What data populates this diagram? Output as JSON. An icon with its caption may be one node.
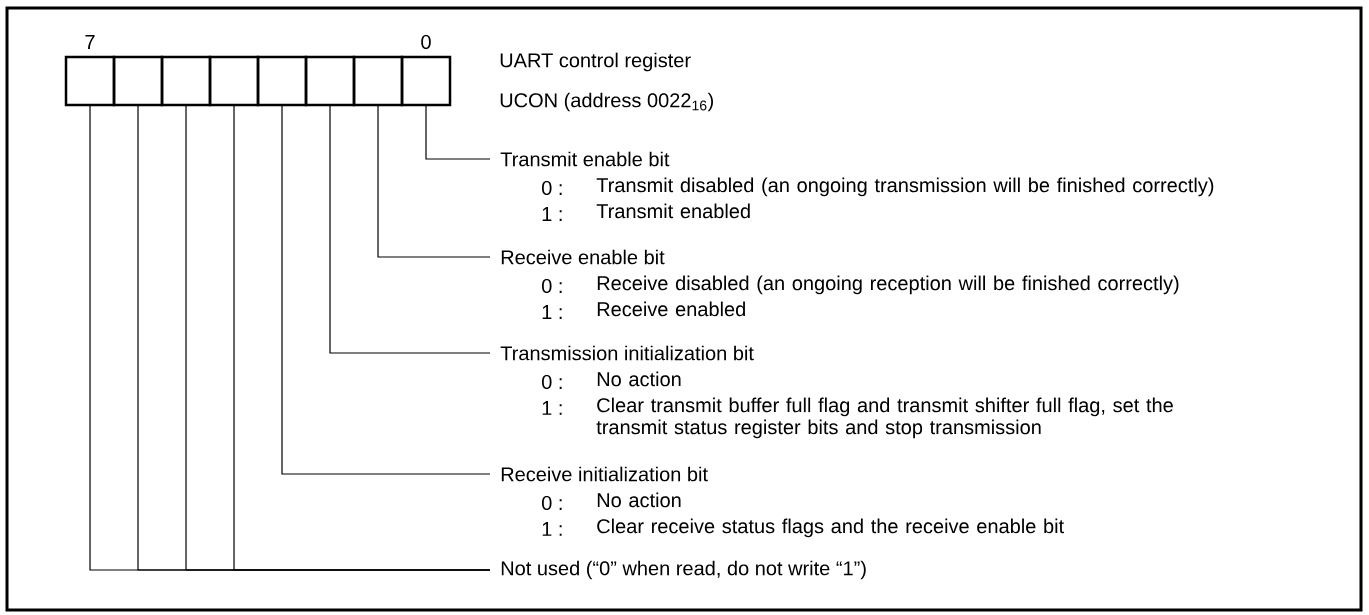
{
  "diagram": {
    "nodes": [
      {
        "text": [],
        "shape": "box"
      },
      {
        "text": [],
        "shape": "box"
      },
      {
        "text": [],
        "shape": "box"
      },
      {
        "text": [],
        "shape": "box"
      },
      {
        "text": [],
        "shape": "box"
      },
      {
        "text": [],
        "shape": "box"
      },
      {
        "text": [],
        "shape": "box"
      },
      {
        "text": [],
        "shape": "box"
      },
      {
        "text": [
          "Transmit enable bit",
          "0 :",
          "Transmit disabled (an ongoing transmission will be finished correctly)",
          "1 :",
          "Transmit enabled"
        ]
      },
      {
        "text": [
          "Receive enable bit",
          "0 :",
          "Receive disabled (an ongoing reception will be finished correctly)",
          "1 :",
          "Receive enabled"
        ]
      },
      {
        "text": [
          "Transmission initialization bit",
          "0 :",
          "No action",
          "1 :",
          "Clear transmit buffer full flag and transmit shifter full flag, set the transmit status register bits and stop transmission"
        ]
      },
      {
        "text": [
          "Receive initialization bit",
          "0 :",
          "No action",
          "1 :",
          "Clear receive status flags and the receive enable bit"
        ]
      },
      {
        "text": [
          "Not used (“0” when read, do not write “1”)"
        ]
      }
    ],
    "edges": [
      {
        "from": 7,
        "to": 8,
        "arrow": "none"
      },
      {
        "from": 6,
        "to": 9,
        "arrow": "none"
      },
      {
        "from": 5,
        "to": 10,
        "arrow": "none"
      },
      {
        "from": 4,
        "to": 11,
        "arrow": "none"
      },
      {
        "from": 3,
        "to": 12,
        "arrow": "none"
      },
      {
        "from": 2,
        "to": 12,
        "arrow": "none"
      },
      {
        "from": 1,
        "to": 12,
        "arrow": "none"
      },
      {
        "from": 0,
        "to": 12,
        "arrow": "none"
      }
    ],
    "labels": [
      "7",
      "0",
      "UART control register",
      "UCON (address 0022$_{16}$)"
    ]
  }
}
